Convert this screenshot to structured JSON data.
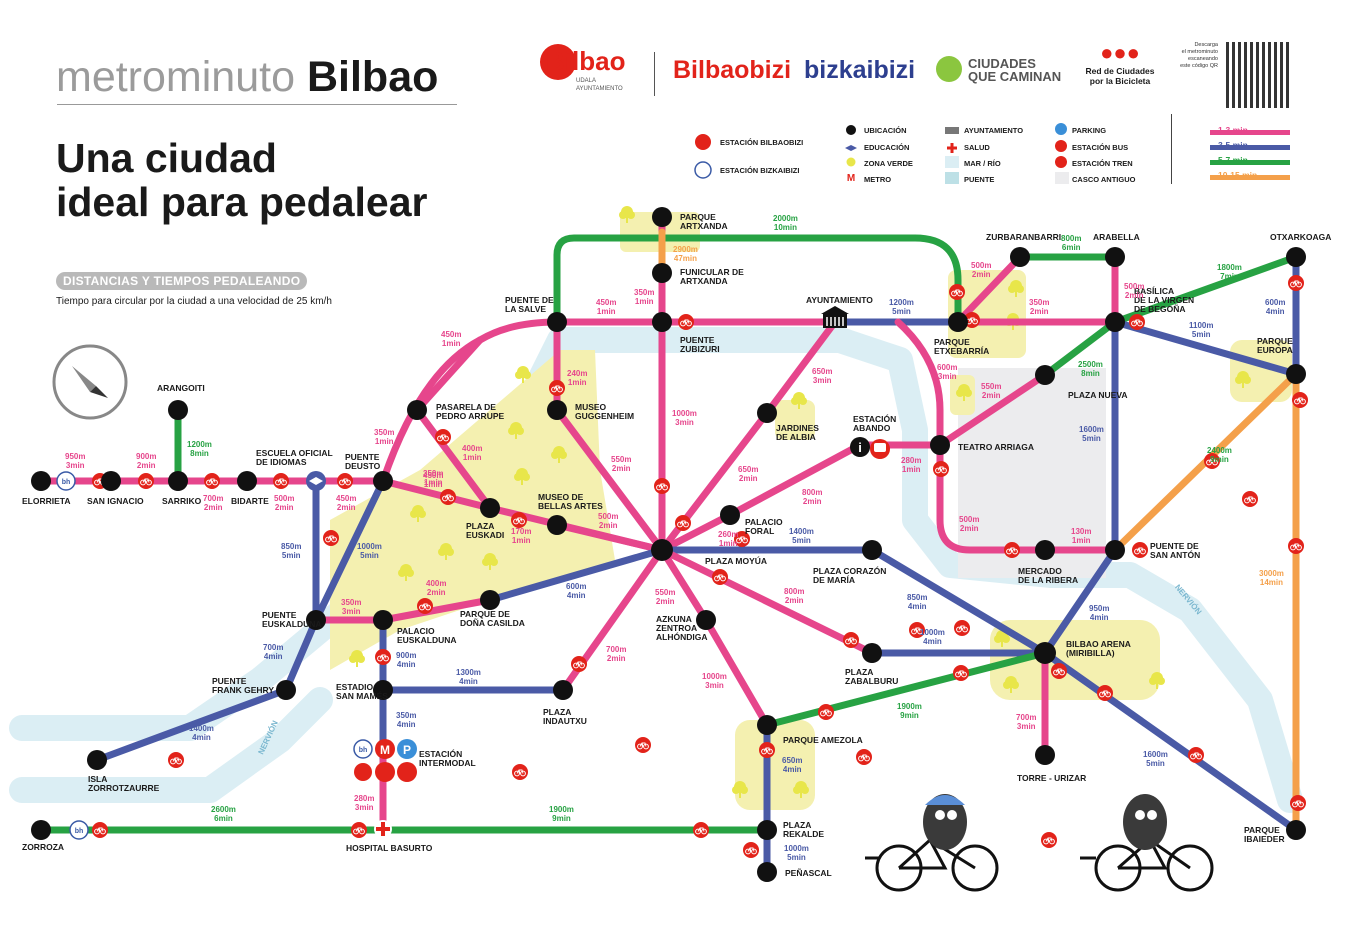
{
  "header": {
    "title_light": "metrominuto",
    "title_bold": "Bilbao",
    "subtitle_lines": [
      "Una ciudad",
      "ideal para pedalear"
    ],
    "badge": "DISTANCIAS Y TIEMPOS PEDALEANDO",
    "badge_desc": "Tiempo para circular por la ciudad a una velocidad de 25 km/h"
  },
  "logos": {
    "bilbao": "Bilbao",
    "bilbao_sub_1": "UDALA",
    "bilbao_sub_2": "AYUNTAMIENTO",
    "bilbaobizi": "Bilbaobizi",
    "bizkaibizi": "bizkaibizi",
    "ciudades_1": "CIUDADES",
    "ciudades_2": "QUE CAMINAN",
    "red_1": "Red de Ciudades",
    "red_2": "por la Bicicleta",
    "qr_1": "Descarga",
    "qr_2": "el metrominuto",
    "qr_3": "escaneando",
    "qr_4": "este código QR"
  },
  "legend": {
    "station_bilbaobizi": "ESTACIÓN BILBAOBIZI",
    "station_bizkaibizi": "ESTACIÓN BIZKAIBIZI",
    "items": [
      {
        "label": "UBICACIÓN",
        "icon": "location-dot-icon"
      },
      {
        "label": "EDUCACIÓN",
        "icon": "graduation-cap-icon"
      },
      {
        "label": "ZONA VERDE",
        "icon": "tree-icon"
      },
      {
        "label": "METRO",
        "icon": "metro-icon"
      },
      {
        "label": "AYUNTAMIENTO",
        "icon": "town-hall-icon"
      },
      {
        "label": "SALUD",
        "icon": "health-cross-icon"
      },
      {
        "label": "MAR / RÍO",
        "icon": "water-icon"
      },
      {
        "label": "PUENTE",
        "icon": "bridge-icon"
      },
      {
        "label": "PARKING",
        "icon": "parking-icon"
      },
      {
        "label": "ESTACIÓN BUS",
        "icon": "bus-icon"
      },
      {
        "label": "ESTACIÓN TREN",
        "icon": "train-icon"
      },
      {
        "label": "CASCO ANTIGUO",
        "icon": "old-town-icon"
      }
    ],
    "durations": [
      {
        "label": "1-3 min",
        "color": "#e6468c"
      },
      {
        "label": "3-5 min",
        "color": "#4a5aa6"
      },
      {
        "label": "5-7 min",
        "color": "#27a243"
      },
      {
        "label": "10-15 min",
        "color": "#f4a04a"
      }
    ]
  },
  "colors": {
    "pink": "#e6468c",
    "blue": "#4a5aa6",
    "green": "#27a243",
    "orange": "#f4a04a",
    "red": "#e2231a",
    "river": "#dbeef4",
    "park": "#f4f0b0",
    "old_town": "#ececee"
  },
  "stations": [
    {
      "label": "ELORRIETA"
    },
    {
      "label": "SAN IGNACIO"
    },
    {
      "label": "SARRIKO"
    },
    {
      "label": "ARANGOITI"
    },
    {
      "label": "BIDARTE"
    },
    {
      "label": "ESCUELA OFICIAL\nDE IDIOMAS"
    },
    {
      "label": "PUENTE\nDEUSTO"
    },
    {
      "label": "PUENTE DE\nLA SALVE"
    },
    {
      "label": "PARQUE\nARTXANDA"
    },
    {
      "label": "FUNICULAR DE\nARTXANDA"
    },
    {
      "label": "PUENTE\nZUBIZURI"
    },
    {
      "label": "AYUNTAMIENTO"
    },
    {
      "label": "PARQUE\nETXEBARRÍA"
    },
    {
      "label": "ZURBARANBARRI"
    },
    {
      "label": "ARABELLA"
    },
    {
      "label": "BASÍLICA\nDE LA VIRGEN\nDE BEGOÑA"
    },
    {
      "label": "OTXARKOAGA"
    },
    {
      "label": "PARQUE\nEUROPA"
    },
    {
      "label": "PASARELA DE\nPEDRO ARRUPE"
    },
    {
      "label": "MUSEO\nGUGGENHEIM"
    },
    {
      "label": "JARDINES\nDE ALBIA"
    },
    {
      "label": "ESTACIÓN\nABANDO"
    },
    {
      "label": "TEATRO ARRIAGA"
    },
    {
      "label": "PLAZA NUEVA"
    },
    {
      "label": "PLAZA\nEUSKADI"
    },
    {
      "label": "MUSEO DE\nBELLAS ARTES"
    },
    {
      "label": "PALACIO\nFORAL"
    },
    {
      "label": "PLAZA MOYÚA"
    },
    {
      "label": "PLAZA CORAZÓN\nDE MARÍA"
    },
    {
      "label": "MERCADO\nDE LA RIBERA"
    },
    {
      "label": "PUENTE DE\nSAN ANTÓN"
    },
    {
      "label": "PUENTE\nEUSKALDUNA"
    },
    {
      "label": "PALACIO\nEUSKALDUNA"
    },
    {
      "label": "PARQUE DE\nDOÑA CASILDA"
    },
    {
      "label": "AZKUNA\nZENTROA\nALHÓNDIGA"
    },
    {
      "label": "PLAZA\nZABALBURU"
    },
    {
      "label": "BILBAO ARENA\n(MIRIBILLA)"
    },
    {
      "label": "PUENTE\nFRANK GEHRY"
    },
    {
      "label": "ESTADIO\nSAN MAMÉS"
    },
    {
      "label": "PLAZA\nINDAUTXU"
    },
    {
      "label": "ISLA\nZORROTZAURRE"
    },
    {
      "label": "ESTACIÓN\nINTERMODAL"
    },
    {
      "label": "PARQUE AMEZOLA"
    },
    {
      "label": "TORRE - URIZAR"
    },
    {
      "label": "ZORROZA"
    },
    {
      "label": "HOSPITAL BASURTO"
    },
    {
      "label": "PLAZA\nREKALDE"
    },
    {
      "label": "PEÑASCAL"
    },
    {
      "label": "PARQUE\nIBAIEDER"
    }
  ],
  "segments": [
    {
      "d": "950m",
      "t": "3min"
    },
    {
      "d": "900m",
      "t": "2min"
    },
    {
      "d": "1200m",
      "t": "8min"
    },
    {
      "d": "700m",
      "t": "2min"
    },
    {
      "d": "500m",
      "t": "2min"
    },
    {
      "d": "450m",
      "t": "2min"
    },
    {
      "d": "850m",
      "t": "5min"
    },
    {
      "d": "1000m",
      "t": "5min"
    },
    {
      "d": "350m",
      "t": "1min"
    },
    {
      "d": "450m",
      "t": "1min"
    },
    {
      "d": "400m",
      "t": "1min"
    },
    {
      "d": "350m",
      "t": "1min"
    },
    {
      "d": "170m",
      "t": "1min"
    },
    {
      "d": "240m",
      "t": "1min"
    },
    {
      "d": "450m",
      "t": "1min"
    },
    {
      "d": "350m",
      "t": "1min"
    },
    {
      "d": "2900m",
      "t": "47min"
    },
    {
      "d": "2000m",
      "t": "10min"
    },
    {
      "d": "450m",
      "t": "1min"
    },
    {
      "d": "1200m",
      "t": "5min"
    },
    {
      "d": "500m",
      "t": "2min"
    },
    {
      "d": "800m",
      "t": "6min"
    },
    {
      "d": "350m",
      "t": "2min"
    },
    {
      "d": "500m",
      "t": "2min"
    },
    {
      "d": "1800m",
      "t": "7min"
    },
    {
      "d": "600m",
      "t": "4min"
    },
    {
      "d": "1100m",
      "t": "5min"
    },
    {
      "d": "2500m",
      "t": "8min"
    },
    {
      "d": "550m",
      "t": "2min"
    },
    {
      "d": "600m",
      "t": "3min"
    },
    {
      "d": "650m",
      "t": "3min"
    },
    {
      "d": "1000m",
      "t": "3min"
    },
    {
      "d": "550m",
      "t": "2min"
    },
    {
      "d": "650m",
      "t": "2min"
    },
    {
      "d": "800m",
      "t": "2min"
    },
    {
      "d": "280m",
      "t": "1min"
    },
    {
      "d": "260m",
      "t": "1min"
    },
    {
      "d": "500m",
      "t": "2min"
    },
    {
      "d": "1400m",
      "t": "5min"
    },
    {
      "d": "1600m",
      "t": "5min"
    },
    {
      "d": "2400m",
      "t": "9min"
    },
    {
      "d": "500m",
      "t": "2min"
    },
    {
      "d": "130m",
      "t": "1min"
    },
    {
      "d": "3000m",
      "t": "14min"
    },
    {
      "d": "350m",
      "t": "3min"
    },
    {
      "d": "400m",
      "t": "2min"
    },
    {
      "d": "600m",
      "t": "4min"
    },
    {
      "d": "550m",
      "t": "2min"
    },
    {
      "d": "800m",
      "t": "2min"
    },
    {
      "d": "850m",
      "t": "4min"
    },
    {
      "d": "950m",
      "t": "4min"
    },
    {
      "d": "700m",
      "t": "4min"
    },
    {
      "d": "900m",
      "t": "4min"
    },
    {
      "d": "1300m",
      "t": "4min"
    },
    {
      "d": "700m",
      "t": "2min"
    },
    {
      "d": "1000m",
      "t": "3min"
    },
    {
      "d": "1000m",
      "t": "4min"
    },
    {
      "d": "1400m",
      "t": "4min"
    },
    {
      "d": "350m",
      "t": "4min"
    },
    {
      "d": "1900m",
      "t": "9min"
    },
    {
      "d": "700m",
      "t": "3min"
    },
    {
      "d": "1600m",
      "t": "5min"
    },
    {
      "d": "280m",
      "t": "3min"
    },
    {
      "d": "2600m",
      "t": "6min"
    },
    {
      "d": "1900m",
      "t": "9min"
    },
    {
      "d": "650m",
      "t": "4min"
    },
    {
      "d": "1000m",
      "t": "5min"
    }
  ],
  "river_labels": [
    "NERVIÓN",
    "NERVIÓN"
  ]
}
